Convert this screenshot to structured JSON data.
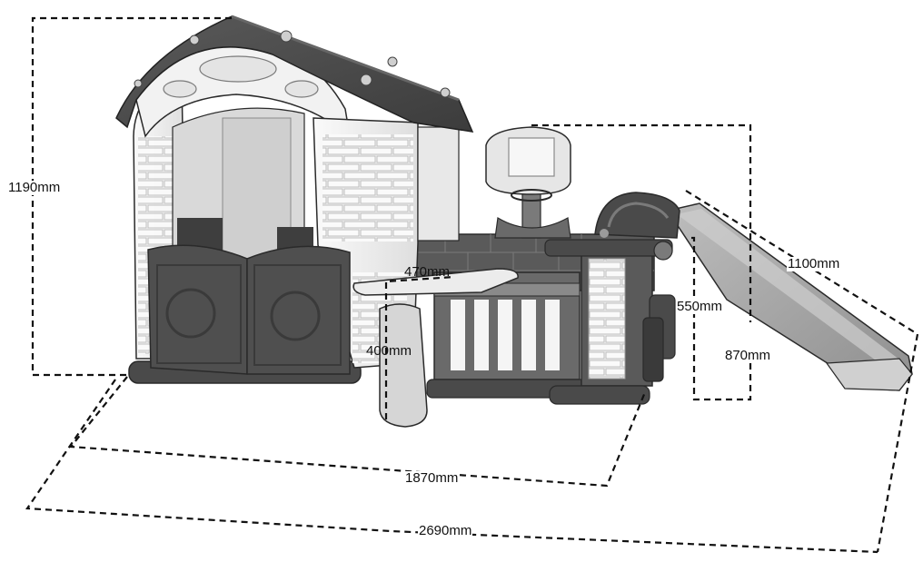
{
  "dimensions": {
    "height_total": "1190mm",
    "table_width": "470mm",
    "table_height": "400mm",
    "hoop_module_height": "550mm",
    "slide_height": "870mm",
    "slide_length": "1100mm",
    "footprint_depth": "1870mm",
    "footprint_width": "2690mm"
  },
  "colors": {
    "dark_plastic": "#4a4a4a",
    "light_plastic": "#f2f2f2",
    "mid_plastic": "#9a9a9a",
    "outline": "#2a2a2a",
    "dimension_line": "#111111"
  }
}
